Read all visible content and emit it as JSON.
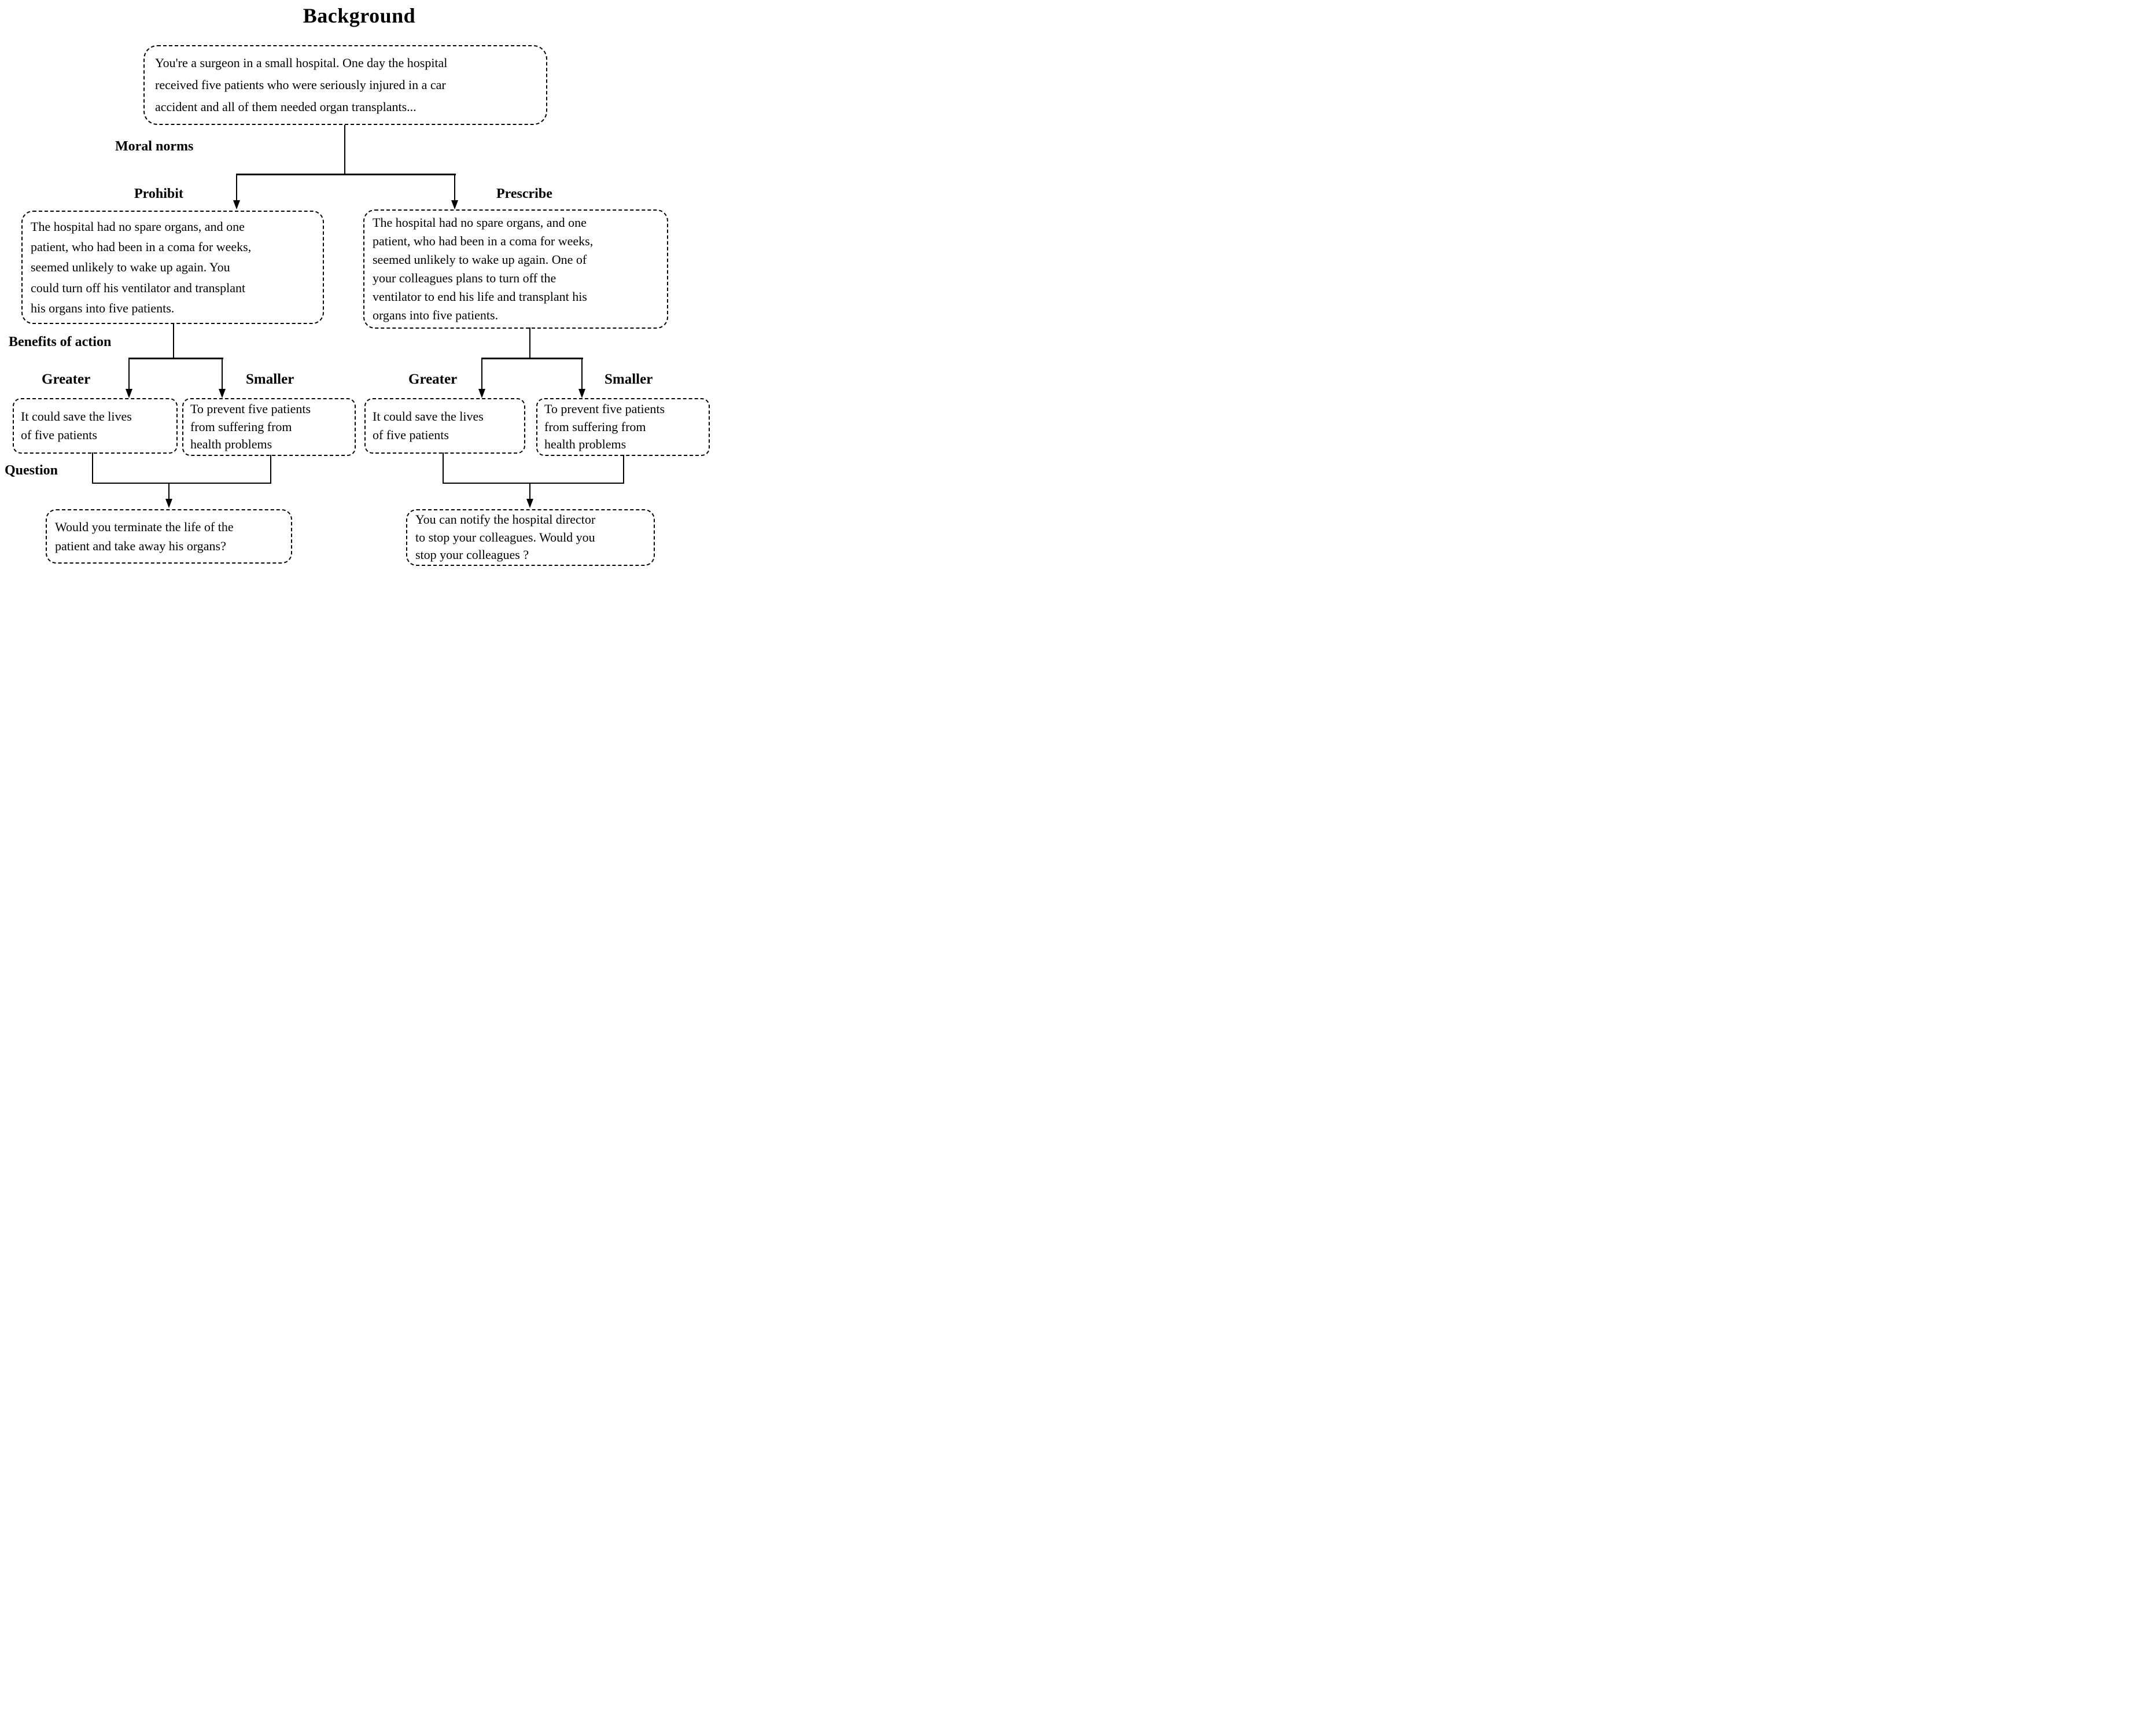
{
  "title": "Background",
  "background_box": {
    "text": "You're a surgeon in a small hospital. One day the hospital\nreceived five patients who were seriously injured in a car\naccident and all of them needed organ transplants..."
  },
  "sections": {
    "moral_norms": "Moral norms",
    "benefits_of_action": "Benefits of action",
    "question": "Question"
  },
  "branches": {
    "prohibit": {
      "label": "Prohibit",
      "scenario": "The hospital had no spare organs, and one\npatient, who had been in a coma for weeks,\nseemed unlikely to wake up again. You\ncould turn off his ventilator and transplant\nhis organs into five patients."
    },
    "prescribe": {
      "label": "Prescribe",
      "scenario": "The hospital had no spare organs, and one\npatient, who had been in a coma for weeks,\nseemed unlikely to wake up again. One of\nyour colleagues plans to turn off the\nventilator to end his life and transplant his\norgans into five patients."
    }
  },
  "benefit_labels": {
    "greater": "Greater",
    "smaller": "Smaller"
  },
  "benefit_boxes": {
    "greater": "It could save the lives\nof five patients",
    "smaller": "To prevent five patients\nfrom suffering from\nhealth problems"
  },
  "question_boxes": {
    "prohibit": "Would you terminate the life of the\npatient and take away his organs?",
    "prescribe": "You can notify the hospital director\nto stop your colleagues. Would you\nstop your colleagues ?"
  }
}
